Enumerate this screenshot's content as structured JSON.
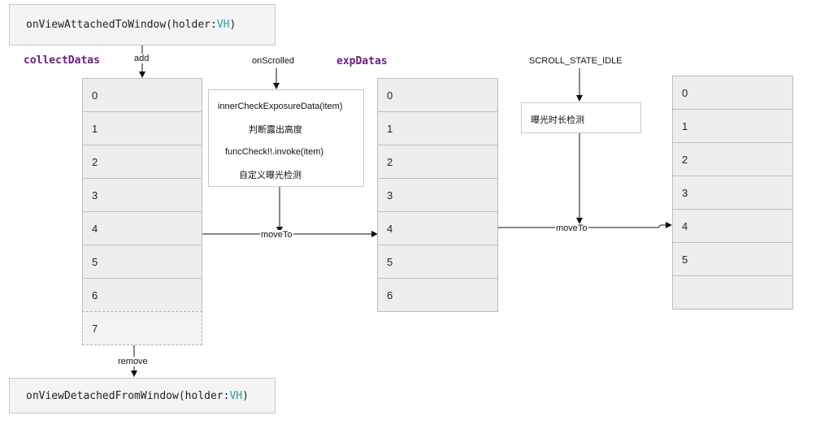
{
  "attach_box": {
    "prefix": "onViewAttachedToWindow(holder: ",
    "type": "VH",
    "suffix": ")"
  },
  "detach_box": {
    "prefix": "onViewDetachedFromWindow(holder: ",
    "type": "VH",
    "suffix": ")"
  },
  "labels": {
    "collect_datas": "collectDatas",
    "exp_datas": "expDatas",
    "add": "add",
    "on_scrolled": "onScrolled",
    "scroll_state_idle": "SCROLL_STATE_IDLE",
    "move_to_1": "moveTo",
    "move_to_2": "moveTo",
    "remove": "remove"
  },
  "check_box": {
    "line1": "innerCheckExposureData(item)",
    "line2": "判断露出高度",
    "line3": "funcCheck!!.invoke(item)",
    "line4": "自定义曝光检测"
  },
  "duration_box": {
    "text": "曝光时长检测"
  },
  "collect_list": [
    "0",
    "1",
    "2",
    "3",
    "4",
    "5",
    "6",
    "7"
  ],
  "exp_list": [
    "0",
    "1",
    "2",
    "3",
    "4",
    "5",
    "6"
  ],
  "final_list": [
    "0",
    "1",
    "2",
    "3",
    "4",
    "5",
    ""
  ]
}
